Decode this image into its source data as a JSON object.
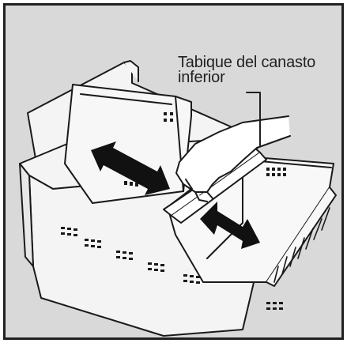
{
  "callout": {
    "line1": "Tabique del canasto",
    "line2": "inferior"
  },
  "colors": {
    "background": "#d9d9da",
    "frame": "#231f20",
    "basket_fill": "#f4f4f4",
    "outline": "#1a1a1a",
    "arrow": "#111111"
  },
  "icons": {
    "left_arrow": "double-headed-arrow",
    "right_arrow": "double-headed-arrow",
    "hand": "hand-gripping-divider"
  }
}
